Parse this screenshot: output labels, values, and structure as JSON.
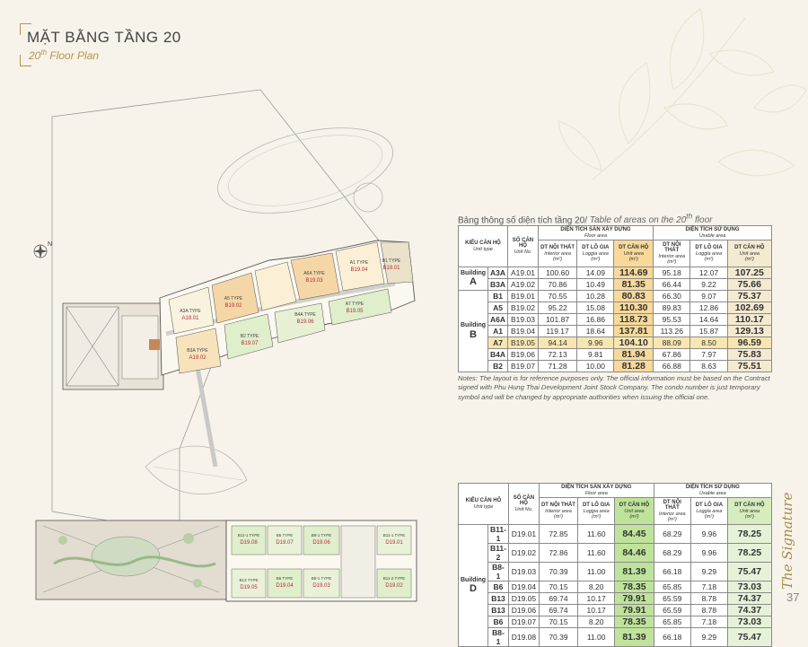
{
  "title": {
    "main": "MẶT BẰNG TẦNG 20",
    "sub_number": "20",
    "sub_sup": "th",
    "sub_text": " Floor Plan"
  },
  "compass": {
    "north_label": "N"
  },
  "plan_labels": {
    "top": [
      "A3A TYPE",
      "A19.01",
      "A5 TYPE",
      "B19.02",
      "A6A TYPE",
      "B19.03",
      "A1 TYPE",
      "B19.04",
      "B4A TYPE",
      "B19.06",
      "B3A TYPE",
      "A19.02",
      "B2 TYPE",
      "B19.07",
      "A7 TYPE",
      "B19.05",
      "B1 TYPE",
      "B19.01"
    ],
    "bottom": [
      "B11-1 TYPE",
      "D19.08",
      "B6 TYPE",
      "D19.07",
      "B8-1 TYPE",
      "D19.06",
      "B13 TYPE",
      "D19.05",
      "B11-2 TYPE",
      "D19.02",
      "B6 TYPE",
      "D19.04",
      "B8-1 TYPE",
      "D19.03",
      "B11-1 TYPE",
      "D19.01"
    ]
  },
  "table1": {
    "caption_vi": "Bảng thông số diện tích tầng 20/",
    "caption_en_pre": " Table of areas on the 20",
    "caption_en_sup": "th",
    "caption_en_post": " floor",
    "headers": {
      "unit_type_vi": "KIỂU CĂN HỘ",
      "unit_type_en": "Unit type",
      "unit_no_vi": "SỐ CĂN HỘ",
      "unit_no_en": "Unit No.",
      "floor_area_vi": "DIỆN TÍCH SÀN XÂY DỰNG",
      "floor_area_en": "Floor area",
      "usable_area_vi": "DIỆN TÍCH SỬ DỤNG",
      "usable_area_en": "Usable area",
      "interior_vi": "DT NỘI THẤT",
      "interior_en": "Interior area",
      "m2": "(m²)",
      "loggia_vi": "DT LÔ GIA",
      "loggia_en": "Loggia area",
      "unit_area_vi": "DT CĂN HỘ",
      "unit_area_en": "Unit area"
    },
    "building_a_label": "Building",
    "building_a_letter": "A",
    "building_b_label": "Building",
    "building_b_letter": "B",
    "rows": [
      [
        "A3A",
        "A19.01",
        "100.60",
        "14.09",
        "114.69",
        "95.18",
        "12.07",
        "107.25"
      ],
      [
        "B3A",
        "A19.02",
        "70.86",
        "10.49",
        "81.35",
        "66.44",
        "9.22",
        "75.66"
      ],
      [
        "B1",
        "B19.01",
        "70.55",
        "10.28",
        "80.83",
        "66.30",
        "9.07",
        "75.37"
      ],
      [
        "A5",
        "B19.02",
        "95.22",
        "15.08",
        "110.30",
        "89.83",
        "12.86",
        "102.69"
      ],
      [
        "A6A",
        "B19.03",
        "101.87",
        "16.86",
        "118.73",
        "95.53",
        "14.64",
        "110.17"
      ],
      [
        "A1",
        "B19.04",
        "119.17",
        "18.64",
        "137.81",
        "113.26",
        "15.87",
        "129.13"
      ],
      [
        "A7",
        "B19.05",
        "94.14",
        "9.96",
        "104.10",
        "88.09",
        "8.50",
        "96.59"
      ],
      [
        "B4A",
        "B19.06",
        "72.13",
        "9.81",
        "81.94",
        "67.86",
        "7.97",
        "75.83"
      ],
      [
        "B2",
        "B19.07",
        "71.28",
        "10.00",
        "81.28",
        "66.88",
        "8.63",
        "75.51"
      ]
    ]
  },
  "notes": "Notes: The layout is for reference purposes only. The official information must be based on the Contract signed with Phu Hung Thai Development Joint Stock Company. The condo number is just temporary symbol and will be changed by appropriate authorities when issuing the official one.",
  "table2": {
    "building_d_label": "Building",
    "building_d_letter": "D",
    "rows": [
      [
        "B11-1",
        "D19.01",
        "72.85",
        "11.60",
        "84.45",
        "68.29",
        "9.96",
        "78.25"
      ],
      [
        "B11-2",
        "D19.02",
        "72.86",
        "11.60",
        "84.46",
        "68.29",
        "9.96",
        "78.25"
      ],
      [
        "B8-1",
        "D19.03",
        "70.39",
        "11.00",
        "81.39",
        "66.18",
        "9.29",
        "75.47"
      ],
      [
        "B6",
        "D19.04",
        "70.15",
        "8.20",
        "78.35",
        "65.85",
        "7.18",
        "73.03"
      ],
      [
        "B13",
        "D19.05",
        "69.74",
        "10.17",
        "79.91",
        "65.59",
        "8.78",
        "74.37"
      ],
      [
        "B13",
        "D19.06",
        "69.74",
        "10.17",
        "79.91",
        "65.59",
        "8.78",
        "74.37"
      ],
      [
        "B6",
        "D19.07",
        "70.15",
        "8.20",
        "78.35",
        "65.85",
        "7.18",
        "73.03"
      ],
      [
        "B8-1",
        "D19.08",
        "70.39",
        "11.00",
        "81.39",
        "66.18",
        "9.29",
        "75.47"
      ]
    ]
  },
  "signature": "The Signature",
  "page_number": "37",
  "colors": {
    "gold": "#b8924a",
    "unit_highlight_b": "#f8d99a",
    "unit_highlight_d": "#bfe39a"
  }
}
